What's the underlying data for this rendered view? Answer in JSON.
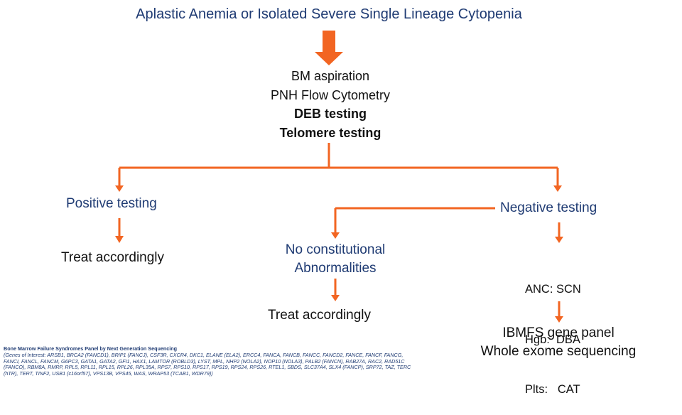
{
  "title": "Aplastic Anemia or Isolated Severe Single Lineage Cytopenia",
  "workup": [
    "BM aspiration",
    "PNH Flow Cytometry",
    "DEB testing",
    "Telomere testing"
  ],
  "positive": {
    "label": "Positive testing",
    "action": "Treat accordingly"
  },
  "negative": {
    "label": "Negative testing",
    "findings": [
      "ANC: SCN",
      "Hgb:  DBA",
      "Plts:   CAT"
    ],
    "next": [
      "IBMFS gene panel",
      "Whole exome sequencing"
    ]
  },
  "middle": {
    "label_line1": "No constitutional",
    "label_line2": "Abnormalities",
    "action": "Treat accordingly"
  },
  "footnote": {
    "title": "Bone Marrow Failure Syndromes Panel by Next Generation Sequencing",
    "genes": "(Genes of Interest:  ARSB1, BRCA2 (FANCD1), BRIP1 (FANCJ), CSF3R, CXCR4, DKC1, ELANE (ELA2), ERCC4, FANCA, FANCB, FANCC, FANCD2, FANCE, FANCF, FANCG, FANCI, FANCL, FANCM, G6PC3, GATA1, GATA2, GFI1, HAX1, LAMTOR (ROBLD3), LYST, MPL, NHP2 (NOLA2), NOP10 (NOLA3), PALB2 (FANCN), RAB27A, RAC2, RAD51C (FANCO), RBM8A, RMRP, RPL5, RPL11, RPL15, RPL26, RPL35A, RPS7, RPS10, RPS17, RPS19, RPS24, RPS26, RTEL1, SBDS, SLC37A4, SLX4 (FANCP), SRP72, TAZ, TERC (hTR), TERT, TINF2, USB1 (c16orf57), VPS13B, VPS45, WAS, WRAP53 (TCAB1, WDR79))"
  },
  "colors": {
    "arrow": "#f26522",
    "label_blue": "#1f3b73"
  }
}
